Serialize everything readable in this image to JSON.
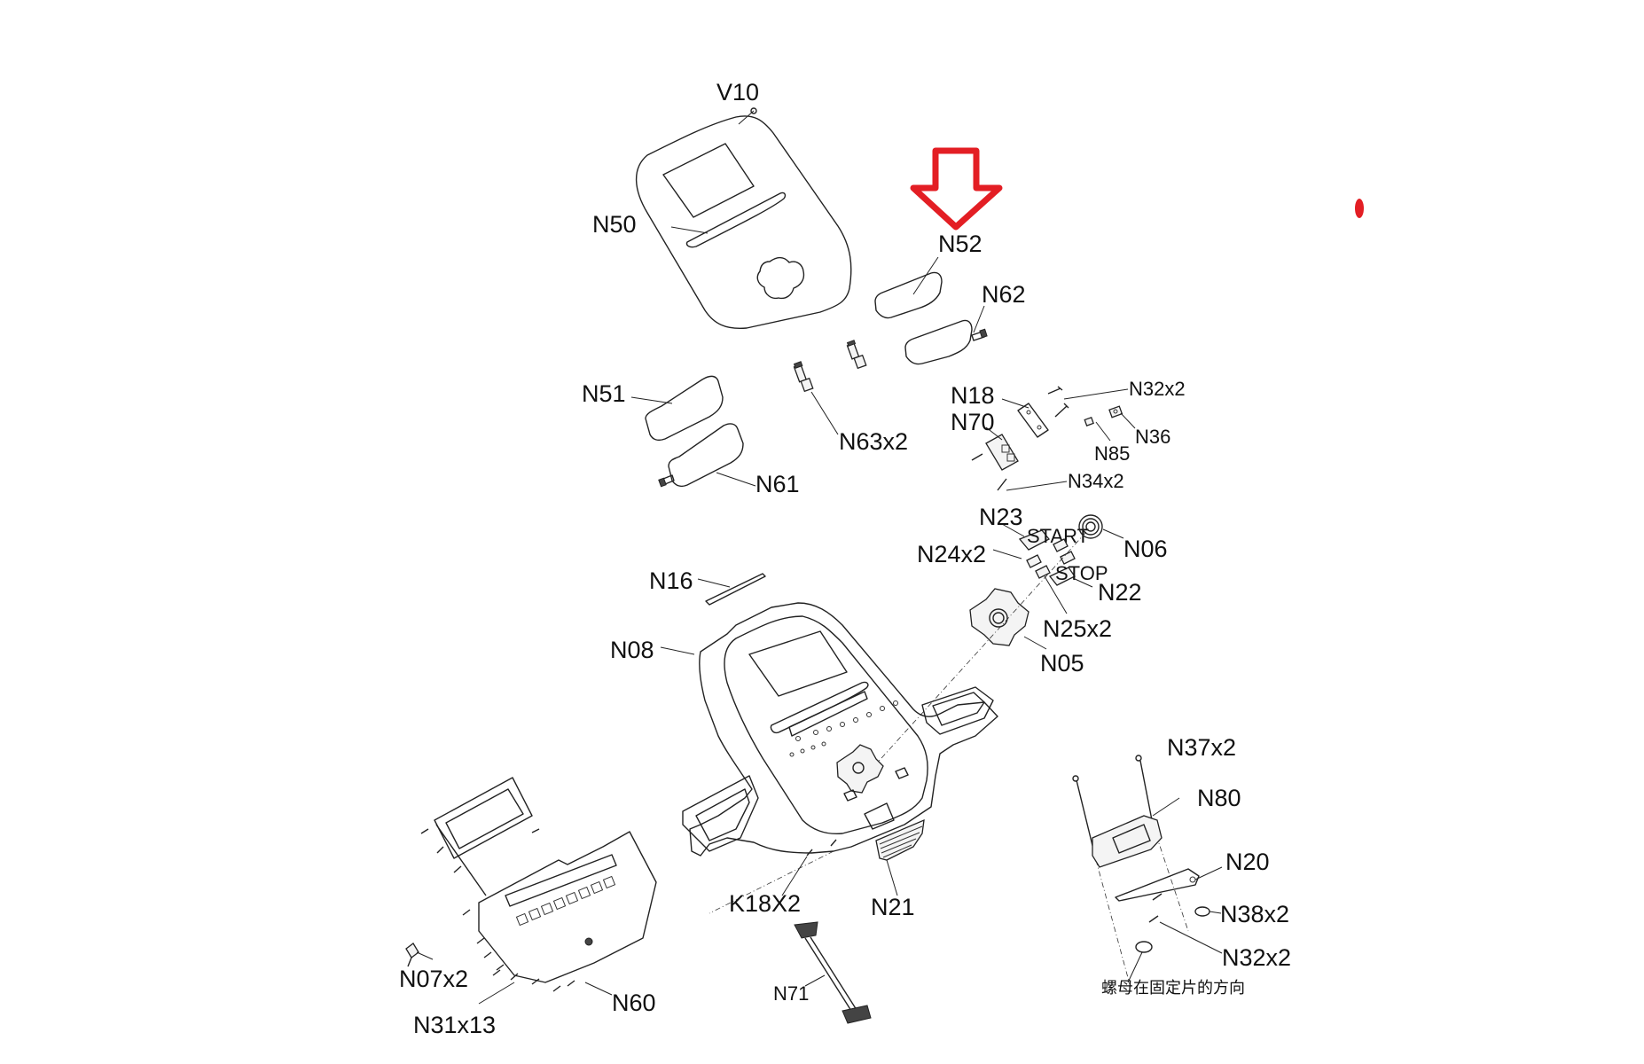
{
  "diagram": {
    "type": "exploded-parts-view",
    "subject": "Console assembly",
    "highlight": {
      "part": "N52",
      "indicator": "red-down-arrow",
      "color": "#e31e24"
    },
    "labels": {
      "v10": "V10",
      "n50": "N50",
      "n52": "N52",
      "n62": "N62",
      "n51": "N51",
      "n61": "N61",
      "n63": "N63x2",
      "n18": "N18",
      "n70": "N70",
      "n32_top": "N32x2",
      "n85": "N85",
      "n36": "N36",
      "n34": "N34x2",
      "n23": "N23",
      "n06": "N06",
      "n24": "N24x2",
      "n22": "N22",
      "n25": "N25x2",
      "n05": "N05",
      "n16": "N16",
      "n08": "N08",
      "n37": "N37x2",
      "n80": "N80",
      "n20": "N20",
      "n38": "N38x2",
      "n32_bottom": "N32x2",
      "k18": "K18X2",
      "n21": "N21",
      "n71": "N71",
      "n07": "N07x2",
      "n31": "N31x13",
      "n60": "N60"
    },
    "button_labels": {
      "start": "START",
      "stop": "STOP"
    },
    "note": "螺母在固定片的方向"
  }
}
